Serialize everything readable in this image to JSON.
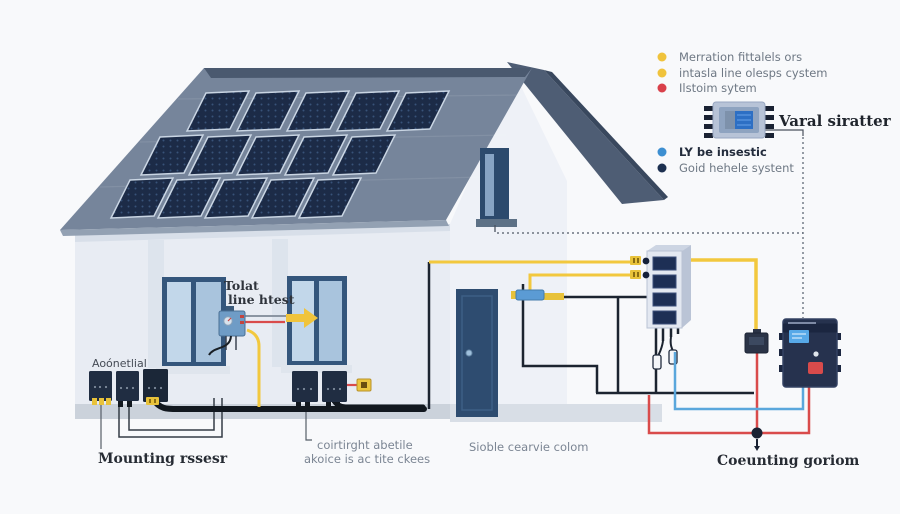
{
  "diagram_title_present": false,
  "legend_top": {
    "items": [
      {
        "color": "#f0c33c",
        "label": "Merration fittalels ors"
      },
      {
        "color": "#f0c33c",
        "label": "intasla line olesps cystem"
      },
      {
        "color": "#d9404a",
        "label": "Ilstoim sytem"
      }
    ]
  },
  "legend_mid": {
    "items": [
      {
        "color": "#3d8fd1",
        "label": "LY be insestic"
      },
      {
        "color": "#1d3050",
        "label": "Goid hehele systent"
      }
    ]
  },
  "labels": {
    "chip": "Varal siratter",
    "wall_device_line1": "Tolat",
    "wall_device_line2": "line htest",
    "left_boxes": "Aoónetlial",
    "mounting": "Mounting rssesr",
    "cable_note_line1": "coirtirght abetile",
    "cable_note_line2": "akoice is ac tite ckees",
    "base_note": "Sioble cearvie colom",
    "meter_note": "Coeunting goriom"
  },
  "colors": {
    "background": "#f8f9fb",
    "roof": "#76859b",
    "panel": "#1c2b47",
    "wall_front": "#e8ecf3",
    "wall_gable": "#eef1f7",
    "wire_yellow": "#f2c83e",
    "wire_red": "#d94b4b",
    "wire_blue": "#5aa7dc",
    "wire_black": "#1c2430",
    "inverter_body": "#26324e",
    "inverter_button": "#d84b4b",
    "inverter_screen": "#57a9e8"
  }
}
